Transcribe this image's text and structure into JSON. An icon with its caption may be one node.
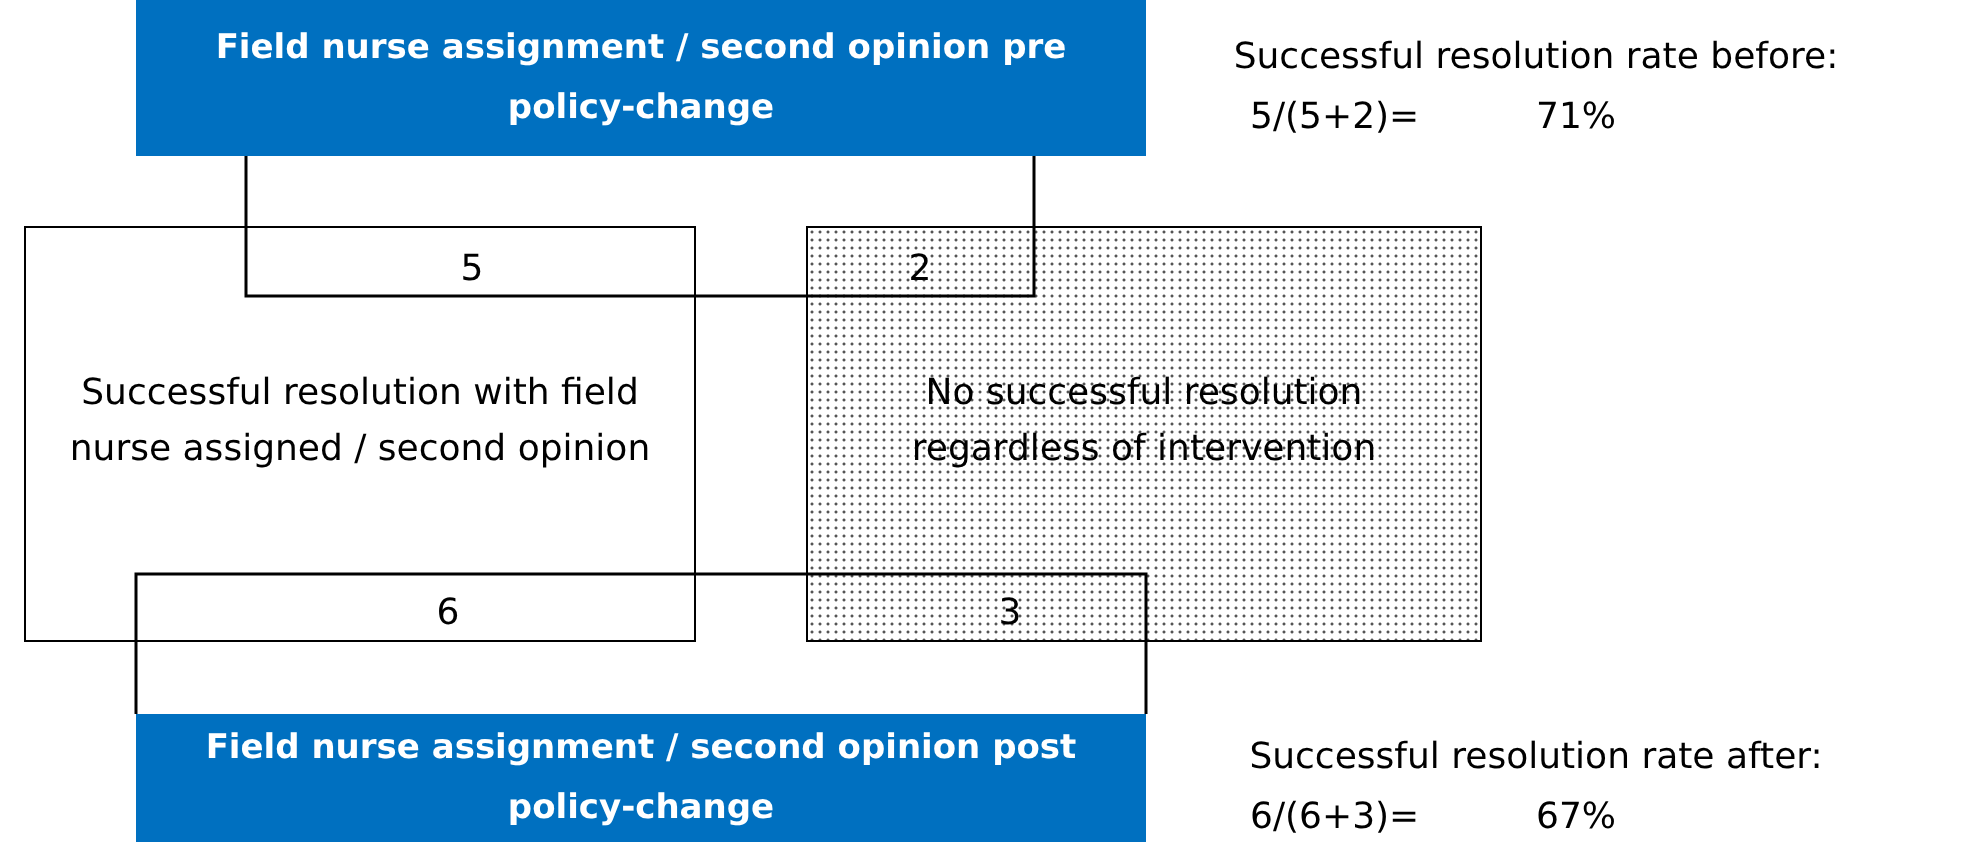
{
  "diagram": {
    "nodes": [
      {
        "text": [
          "Field nurse assignment / second opinion pre policy-change"
        ]
      },
      {
        "text": [
          "Successful resolution with field nurse assigned / second opinion"
        ]
      },
      {
        "text": [
          "No successful resolution regardless of intervention"
        ]
      },
      {
        "text": [
          "Field nurse assignment / second opinion post policy-change"
        ]
      }
    ],
    "edges": [],
    "labels": [
      "Successful resolution rate before:",
      "5/(5+2)=",
      "71%",
      "5",
      "2",
      "6",
      "3",
      "Successful resolution rate after:",
      "6/(6+3)=",
      "67%"
    ]
  }
}
